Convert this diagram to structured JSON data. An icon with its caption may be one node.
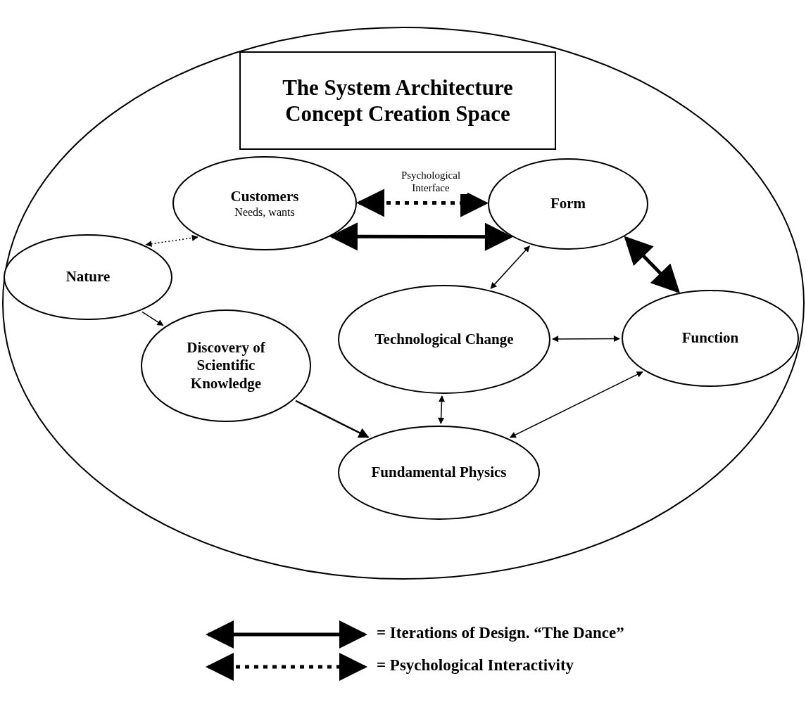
{
  "diagram": {
    "nodes": [
      {
        "text": [],
        "shape": "circle"
      },
      {
        "text": [
          "The System Architecture Concept Creation Space"
        ],
        "in": 0
      },
      {
        "text": [
          "Customers",
          "Needs, wants"
        ],
        "in": 0
      },
      {
        "text": [
          "Form"
        ],
        "in": 0
      },
      {
        "text": [
          "Nature"
        ],
        "in": 0
      },
      {
        "text": [
          "Technological Change"
        ],
        "in": 0
      },
      {
        "text": [
          "Function"
        ],
        "in": 0
      },
      {
        "text": [
          "Discovery of Scientific Knowledge"
        ],
        "in": 0
      },
      {
        "text": [
          "Fundamental Physics"
        ],
        "in": 0
      }
    ],
    "edges": [
      {
        "from": 2,
        "to": 3,
        "arrow": "both",
        "label": "Psychological Interface",
        "style": "dashed"
      },
      {
        "from": 2,
        "to": 3,
        "arrow": "both",
        "style": "thick"
      },
      {
        "from": 2,
        "to": 4,
        "arrow": "both",
        "style": "dashed"
      },
      {
        "from": 3,
        "to": 6,
        "arrow": "both",
        "style": "thick"
      },
      {
        "from": 3,
        "to": 5,
        "arrow": "both"
      },
      {
        "from": 5,
        "to": 6,
        "arrow": "both"
      },
      {
        "from": 5,
        "to": 8,
        "arrow": "both"
      },
      {
        "from": 6,
        "to": 8,
        "arrow": "both"
      },
      {
        "from": 4,
        "to": 7,
        "arrow": "to"
      },
      {
        "from": 7,
        "to": 8,
        "arrow": "to"
      }
    ],
    "legend": [
      {
        "text": "= Iterations of Design. “The Dance”"
      },
      {
        "text": "= Psychological Interactivity"
      }
    ]
  }
}
